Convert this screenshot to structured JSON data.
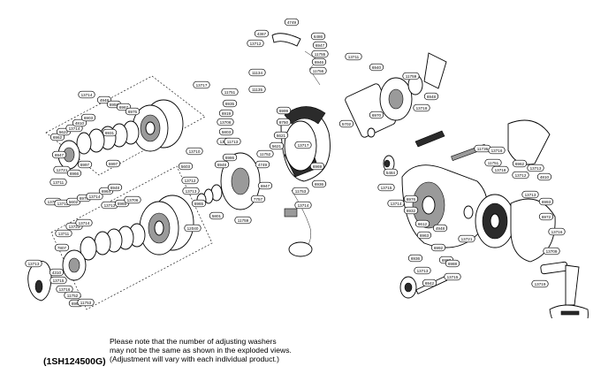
{
  "drawing_code": "(1SH124500G)",
  "note_lines": [
    "Please note that the number of adjusting washers",
    "may not be the same as shown in the exploded views.",
    "(Adjustment will vary with each individual product.)"
  ],
  "part_labels": [
    "4749",
    "4367",
    "13712",
    "6486",
    "6947",
    "11755",
    "6946",
    "11756",
    "11134",
    "11135",
    "13717",
    "11751",
    "6935",
    "6919",
    "13706",
    "5803",
    "13713",
    "6999",
    "8750",
    "6621",
    "5621",
    "11752",
    "4749",
    "5702",
    "6940",
    "11759",
    "6948",
    "13718",
    "13711",
    "6970",
    "6969",
    "6936",
    "13717",
    "11753",
    "13714",
    "5603",
    "13710",
    "11713",
    "6986",
    "6948",
    "13712",
    "13713",
    "6965",
    "5801",
    "12040",
    "7757",
    "6947",
    "11759",
    "13714",
    "4948",
    "6958",
    "6967",
    "6975",
    "6962",
    "5622",
    "13714",
    "4810",
    "6903",
    "6931",
    "6947",
    "12721",
    "13711",
    "6966",
    "6997",
    "5997",
    "13706",
    "13712",
    "5602",
    "6975",
    "13714",
    "6964",
    "6948",
    "13713",
    "7807",
    "13711",
    "13723",
    "13714",
    "13712",
    "6965",
    "13706",
    "4310",
    "13715",
    "13716",
    "11752",
    "6960",
    "11753",
    "5484",
    "13715",
    "13714",
    "6976",
    "6932",
    "6612",
    "6963",
    "4948",
    "6936",
    "13713",
    "6942",
    "6992",
    "6987",
    "6988",
    "13715",
    "13721",
    "11736",
    "13716",
    "11751",
    "13718",
    "6962",
    "13712",
    "13713",
    "4810",
    "13713",
    "6993",
    "6972",
    "13716",
    "13709",
    "13719"
  ],
  "colors": {
    "ink": "#000000",
    "paper": "#ffffff",
    "shade": "#2b2b2b"
  }
}
